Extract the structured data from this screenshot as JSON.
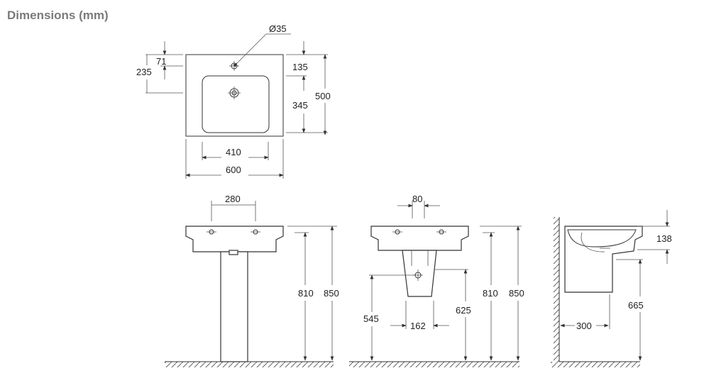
{
  "title": "Dimensions (mm)",
  "top_view": {
    "dims": {
      "tap_hole": "Ø35",
      "d71": "71",
      "d235": "235",
      "d135": "135",
      "d345": "345",
      "d500": "500",
      "d410": "410",
      "d600": "600"
    }
  },
  "pedestal_view": {
    "dims": {
      "d280": "280",
      "d810": "810",
      "d850": "850"
    }
  },
  "semi_pedestal_view": {
    "dims": {
      "d80": "80",
      "d545": "545",
      "d162": "162",
      "d625": "625",
      "d810": "810",
      "d850": "850"
    }
  },
  "side_view": {
    "dims": {
      "d138": "138",
      "d665": "665",
      "d300": "300"
    }
  }
}
